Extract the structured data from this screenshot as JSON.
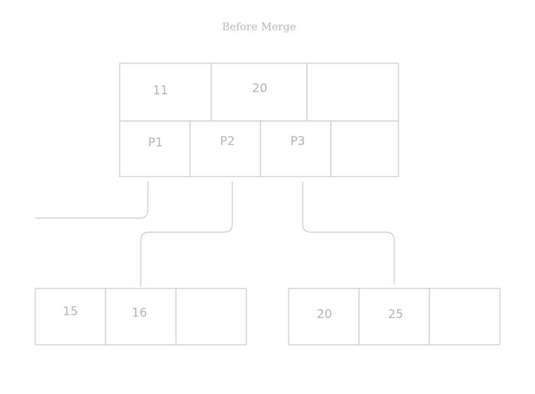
{
  "title": "Before Merge",
  "root": {
    "keys": [
      "11",
      "20",
      ""
    ],
    "pointers": [
      "P1",
      "P2",
      "P3",
      ""
    ]
  },
  "left_child": {
    "keys": [
      "15",
      "16",
      ""
    ]
  },
  "right_child": {
    "keys": [
      "20",
      "25",
      ""
    ]
  },
  "colors": {
    "stroke": "#cfcfcf",
    "text": "#b3b3b3",
    "background": "#ffffff"
  }
}
